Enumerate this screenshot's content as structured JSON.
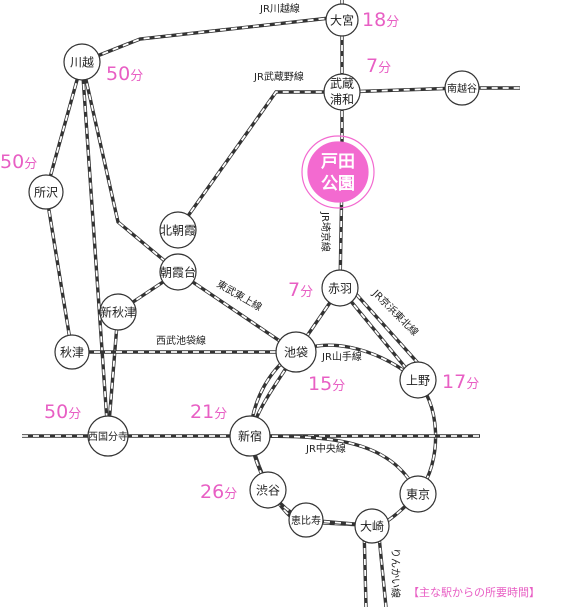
{
  "stations": {
    "toda_koen_1": "戸田",
    "toda_koen_2": "公園",
    "omiya": "大宮",
    "musashi_urawa_1": "武蔵",
    "musashi_urawa_2": "浦和",
    "minami_koshigaya": "南越谷",
    "kawagoe": "川越",
    "tokorozawa": "所沢",
    "kita_asaka": "北朝霞",
    "asakadai": "朝霞台",
    "shin_akitsu": "新秋津",
    "akitsu": "秋津",
    "nishi_kokubunji": "西国分寺",
    "akabane": "赤羽",
    "ikebukuro": "池袋",
    "ueno": "上野",
    "shinjuku": "新宿",
    "shibuya": "渋谷",
    "ebisu": "恵比寿",
    "osaki": "大崎",
    "tokyo": "東京"
  },
  "lines": {
    "kawagoe": "JR川越線",
    "musashino": "JR武蔵野線",
    "saikyo": "JR埼京線",
    "tobu_tojo": "東武東上線",
    "seibu_ikebukuro": "西武池袋線",
    "yamanote": "JR山手線",
    "keihin_tohoku": "JR京浜東北線",
    "chuo": "JR中央線",
    "rinkai": "りんかい線"
  },
  "times": {
    "omiya": {
      "num": "18",
      "unit": "分"
    },
    "musashi_urawa": {
      "num": "7",
      "unit": "分"
    },
    "kawagoe": {
      "num": "50",
      "unit": "分"
    },
    "tokorozawa": {
      "num": "50",
      "unit": "分"
    },
    "akabane": {
      "num": "7",
      "unit": "分"
    },
    "ikebukuro": {
      "num": "15",
      "unit": "分"
    },
    "ueno": {
      "num": "17",
      "unit": "分"
    },
    "nishi_kokubunji": {
      "num": "50",
      "unit": "分"
    },
    "shinjuku": {
      "num": "21",
      "unit": "分"
    },
    "shibuya": {
      "num": "26",
      "unit": "分"
    }
  },
  "footer": "【主な駅からの所要時間】",
  "colors": {
    "accent": "#f36ad0",
    "time_text": "#e85fc4",
    "track": "#333333"
  }
}
